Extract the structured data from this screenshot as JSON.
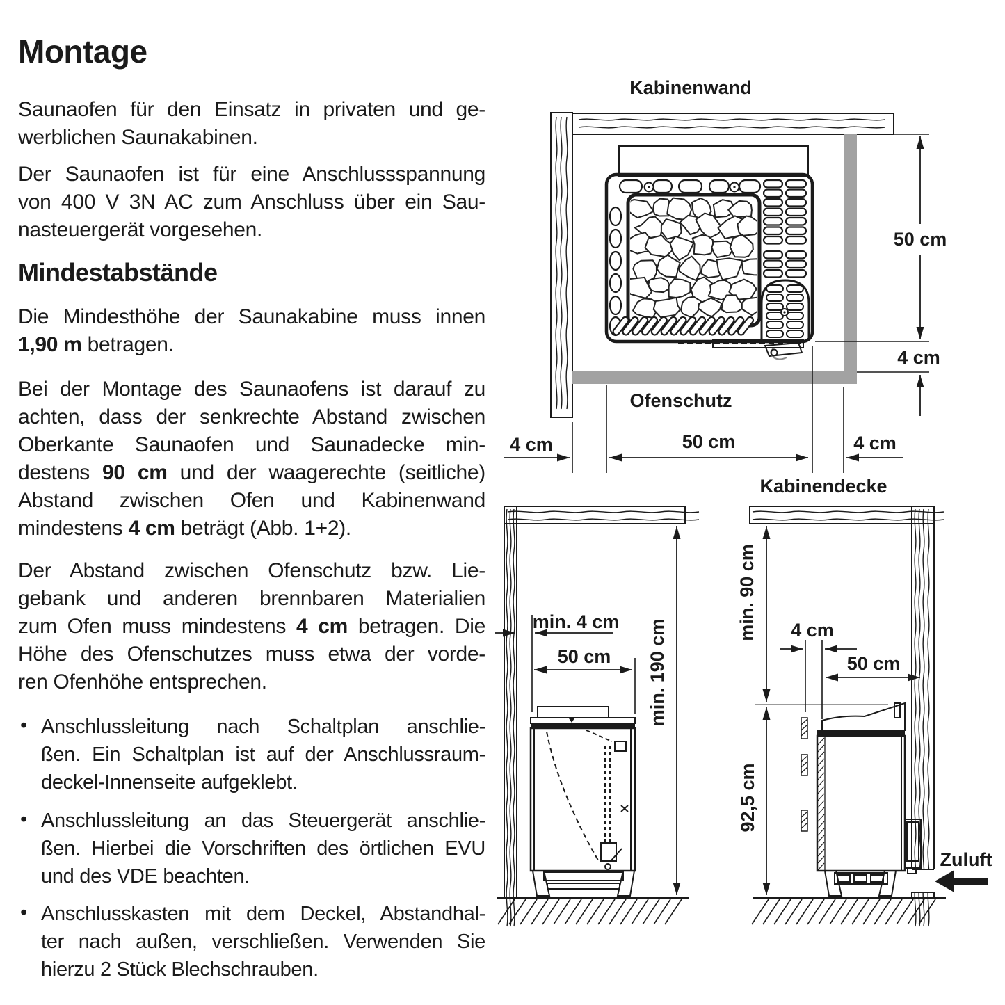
{
  "page": {
    "background": "#ffffff",
    "ink": "#1b1b1b",
    "gray_bar": "#a2a2a2",
    "level_line": "#9b9b9b"
  },
  "article": {
    "title": "Montage",
    "bullet_char": "•",
    "blocks": [
      {
        "type": "p",
        "lines": [
          [
            {
              "t": "Saunaofen für den Einsatz in privaten und ge-"
            }
          ],
          [
            {
              "t": "werblichen Saunakabinen."
            }
          ]
        ]
      },
      {
        "type": "p",
        "lines": [
          [
            {
              "t": "Der Saunaofen ist für eine Anschlussspannung"
            }
          ],
          [
            {
              "t": "von 400 V 3N AC zum Anschluss über ein Sau-"
            }
          ],
          [
            {
              "t": "nasteuergerät vorgesehen."
            }
          ]
        ]
      },
      {
        "type": "h2",
        "text": "Mindestabstände"
      },
      {
        "type": "p",
        "lines": [
          [
            {
              "t": "Die Mindesthöhe der Saunakabine muss innen"
            }
          ],
          [
            {
              "t": "1,90 m",
              "b": true
            },
            {
              "t": " betragen."
            }
          ]
        ]
      },
      {
        "type": "p",
        "lines": [
          [
            {
              "t": "Bei der Montage des Saunaofens ist darauf zu"
            }
          ],
          [
            {
              "t": "achten, dass der senkrechte Abstand zwischen"
            }
          ],
          [
            {
              "t": "Oberkante Saunaofen und Saunadecke min-"
            }
          ],
          [
            {
              "t": "destens "
            },
            {
              "t": "90 cm",
              "b": true
            },
            {
              "t": " und der waagerechte (seitliche)"
            }
          ],
          [
            {
              "t": "Abstand zwischen Ofen und Kabinenwand"
            }
          ],
          [
            {
              "t": "mindestens "
            },
            {
              "t": "4 cm",
              "b": true
            },
            {
              "t": " beträgt (Abb. 1+2)."
            }
          ]
        ]
      },
      {
        "type": "p",
        "lines": [
          [
            {
              "t": "Der Abstand zwischen Ofenschutz bzw. Lie-"
            }
          ],
          [
            {
              "t": "gebank und anderen brennbaren Materialien"
            }
          ],
          [
            {
              "t": "zum Ofen muss mindestens "
            },
            {
              "t": "4 cm",
              "b": true
            },
            {
              "t": " betragen. Die"
            }
          ],
          [
            {
              "t": "Höhe des Ofenschutzes muss etwa der vorde-"
            }
          ],
          [
            {
              "t": "ren Ofenhöhe entsprechen."
            }
          ]
        ]
      },
      {
        "type": "bullet",
        "lines": [
          [
            {
              "t": "Anschlussleitung nach Schaltplan anschlie-"
            }
          ],
          [
            {
              "t": "ßen. Ein Schaltplan ist auf der Anschlussraum-"
            }
          ],
          [
            {
              "t": "deckel-Innenseite aufgeklebt."
            }
          ]
        ]
      },
      {
        "type": "bullet",
        "lines": [
          [
            {
              "t": "Anschlussleitung an das Steuergerät anschlie-"
            }
          ],
          [
            {
              "t": "ßen. Hierbei die Vorschriften des örtlichen EVU"
            }
          ],
          [
            {
              "t": "und des VDE beachten."
            }
          ]
        ]
      },
      {
        "type": "bullet",
        "lines": [
          [
            {
              "t": "Anschlusskasten mit dem Deckel, Abstandhal-"
            }
          ],
          [
            {
              "t": "ter nach außen, verschließen. Verwenden Sie"
            }
          ],
          [
            {
              "t": "hierzu 2 Stück Blechschrauben."
            }
          ]
        ]
      }
    ]
  },
  "figures": {
    "fig1": {
      "wall_label": "Kabinenwand",
      "shield_label": "Ofenschutz",
      "dim_height_right": "50 cm",
      "dim_gap_right": "4 cm",
      "dim_gap_left_bottom": "4 cm",
      "dim_width_bottom": "50 cm",
      "dim_gap_right_bottom": "4 cm"
    },
    "ceiling_label": "Kabinendecke",
    "fig2": {
      "dim_wall_gap": "min. 4 cm",
      "dim_width": "50 cm",
      "dim_room_height": "min. 190 cm"
    },
    "fig3": {
      "dim_top_clearance": "min. 90 cm",
      "dim_gap": "4 cm",
      "dim_depth": "50 cm",
      "dim_heater_height": "92,5 cm",
      "air_label": "Zuluft"
    }
  }
}
